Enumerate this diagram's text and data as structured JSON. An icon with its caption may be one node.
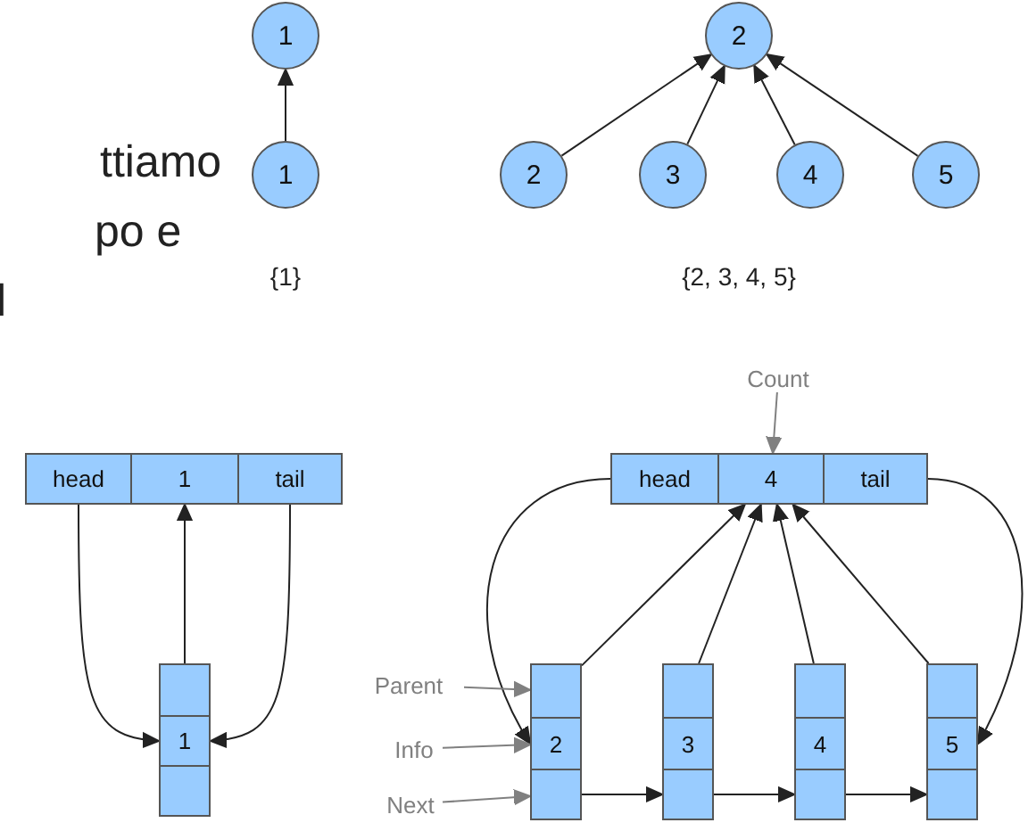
{
  "diagram": {
    "nodes": [
      {
        "text": [
          "1"
        ]
      },
      {
        "text": [
          "2"
        ]
      },
      {
        "text": [
          "1"
        ]
      },
      {
        "text": [
          "2"
        ]
      },
      {
        "text": [
          "3"
        ]
      },
      {
        "text": [
          "4"
        ]
      },
      {
        "text": [
          "5"
        ]
      },
      {
        "text": [
          "Count"
        ]
      },
      {
        "text": [
          "head"
        ]
      },
      {
        "text": [
          "1"
        ]
      },
      {
        "text": [
          "tail"
        ]
      },
      {
        "text": [
          "head"
        ]
      },
      {
        "text": [
          "4"
        ]
      },
      {
        "text": [
          "tail"
        ]
      },
      {
        "text": [],
        "shape": "box"
      },
      {
        "text": [
          "Parent"
        ]
      },
      {
        "text": [],
        "shape": "box"
      },
      {
        "text": [],
        "shape": "box"
      },
      {
        "text": [],
        "shape": "box"
      },
      {
        "text": [],
        "shape": "box"
      },
      {
        "text": [
          "1"
        ]
      },
      {
        "text": [
          "Info"
        ]
      },
      {
        "text": [
          "2"
        ]
      },
      {
        "text": [
          "3"
        ]
      },
      {
        "text": [
          "4"
        ]
      },
      {
        "text": [
          "5"
        ]
      },
      {
        "text": [],
        "shape": "box"
      },
      {
        "text": [
          "Next"
        ]
      },
      {
        "text": [],
        "shape": "box"
      },
      {
        "text": [],
        "shape": "box"
      },
      {
        "text": [],
        "shape": "box"
      },
      {
        "text": [],
        "shape": "box"
      }
    ],
    "edges": [
      {
        "from": 2,
        "to": 0,
        "arrow": "to"
      },
      {
        "from": 3,
        "to": 1,
        "arrow": "to"
      },
      {
        "from": 4,
        "to": 1,
        "arrow": "to"
      },
      {
        "from": 5,
        "to": 1,
        "arrow": "to"
      },
      {
        "from": 6,
        "to": 1,
        "arrow": "to"
      },
      {
        "from": 7,
        "to": 12,
        "arrow": "to",
        "color": "#808080"
      },
      {
        "from": 14,
        "to": 9,
        "arrow": "to"
      },
      {
        "from": 8,
        "to": 20,
        "arrow": "to"
      },
      {
        "from": 10,
        "to": 20,
        "arrow": "to"
      },
      {
        "from": 16,
        "to": 12,
        "arrow": "to"
      },
      {
        "from": 17,
        "to": 12,
        "arrow": "to"
      },
      {
        "from": 18,
        "to": 12,
        "arrow": "to"
      },
      {
        "from": 19,
        "to": 12,
        "arrow": "to"
      },
      {
        "from": 11,
        "to": 22,
        "arrow": "to"
      },
      {
        "from": 13,
        "to": 25,
        "arrow": "to"
      },
      {
        "from": 15,
        "to": 16,
        "arrow": "to",
        "color": "#808080"
      },
      {
        "from": 21,
        "to": 22,
        "arrow": "to",
        "color": "#808080"
      },
      {
        "from": 27,
        "to": 28,
        "arrow": "to",
        "color": "#808080"
      },
      {
        "from": 28,
        "to": 29,
        "arrow": "to"
      },
      {
        "from": 29,
        "to": 30,
        "arrow": "to"
      },
      {
        "from": 30,
        "to": 31,
        "arrow": "to"
      }
    ],
    "labels": [
      "ttiamo",
      "po e",
      "l",
      "{1}",
      "{2, 3, 4, 5}"
    ]
  }
}
